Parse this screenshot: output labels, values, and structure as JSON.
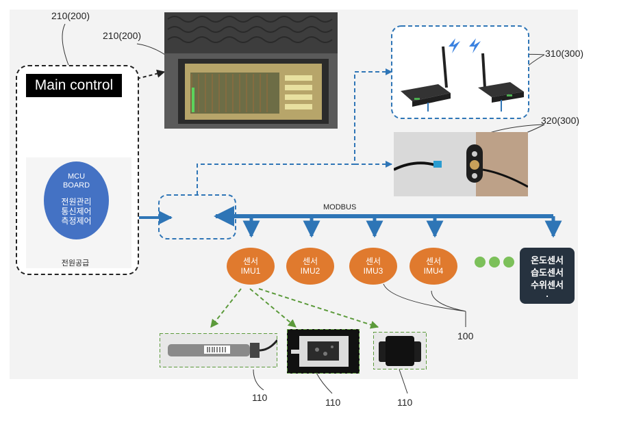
{
  "labels": {
    "ref_210_left": "210(200)",
    "ref_210_top": "210(200)",
    "ref_310": "310(300)",
    "ref_320": "320(300)",
    "ref_100": "100",
    "ref_110_a": "110",
    "ref_110_b": "110",
    "ref_110_c": "110"
  },
  "main_control": {
    "title": "Main control",
    "mcu_line1": "MCU",
    "mcu_line2": "BOARD",
    "mcu_functions": "전원관리\n통신제어\n측정제어",
    "power_supply": "전원공급"
  },
  "bus": {
    "label": "MODBUS"
  },
  "sensors": [
    {
      "line1": "센서",
      "line2": "IMU1"
    },
    {
      "line1": "센서",
      "line2": "IMU2"
    },
    {
      "line1": "센서",
      "line2": "IMU3"
    },
    {
      "line1": "센서",
      "line2": "IMU4"
    }
  ],
  "other_sensors": [
    "온도센서",
    "습도센서",
    "수위센서",
    "."
  ],
  "colors": {
    "blue": "#2e75b6",
    "orange": "#e07a2e",
    "green_dash": "#5b9a3a",
    "mcu": "#4472c4",
    "dark_box": "#26323f"
  }
}
